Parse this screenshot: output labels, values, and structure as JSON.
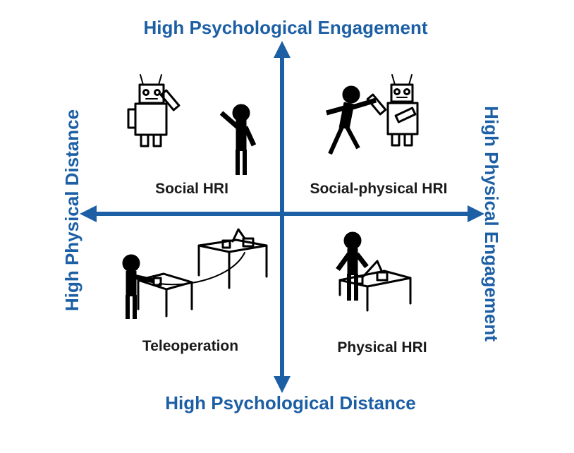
{
  "axes": {
    "top": "High Psychological Engagement",
    "bottom": "High Psychological Distance",
    "left": "High Physical Distance",
    "right": "High Physical Engagement"
  },
  "quadrants": {
    "top_left": "Social HRI",
    "top_right": "Social-physical HRI",
    "bottom_left": "Teleoperation",
    "bottom_right": "Physical HRI"
  },
  "colors": {
    "axis": "#1d5fa5",
    "figure": "#000000",
    "label": "#1a1a1a"
  }
}
